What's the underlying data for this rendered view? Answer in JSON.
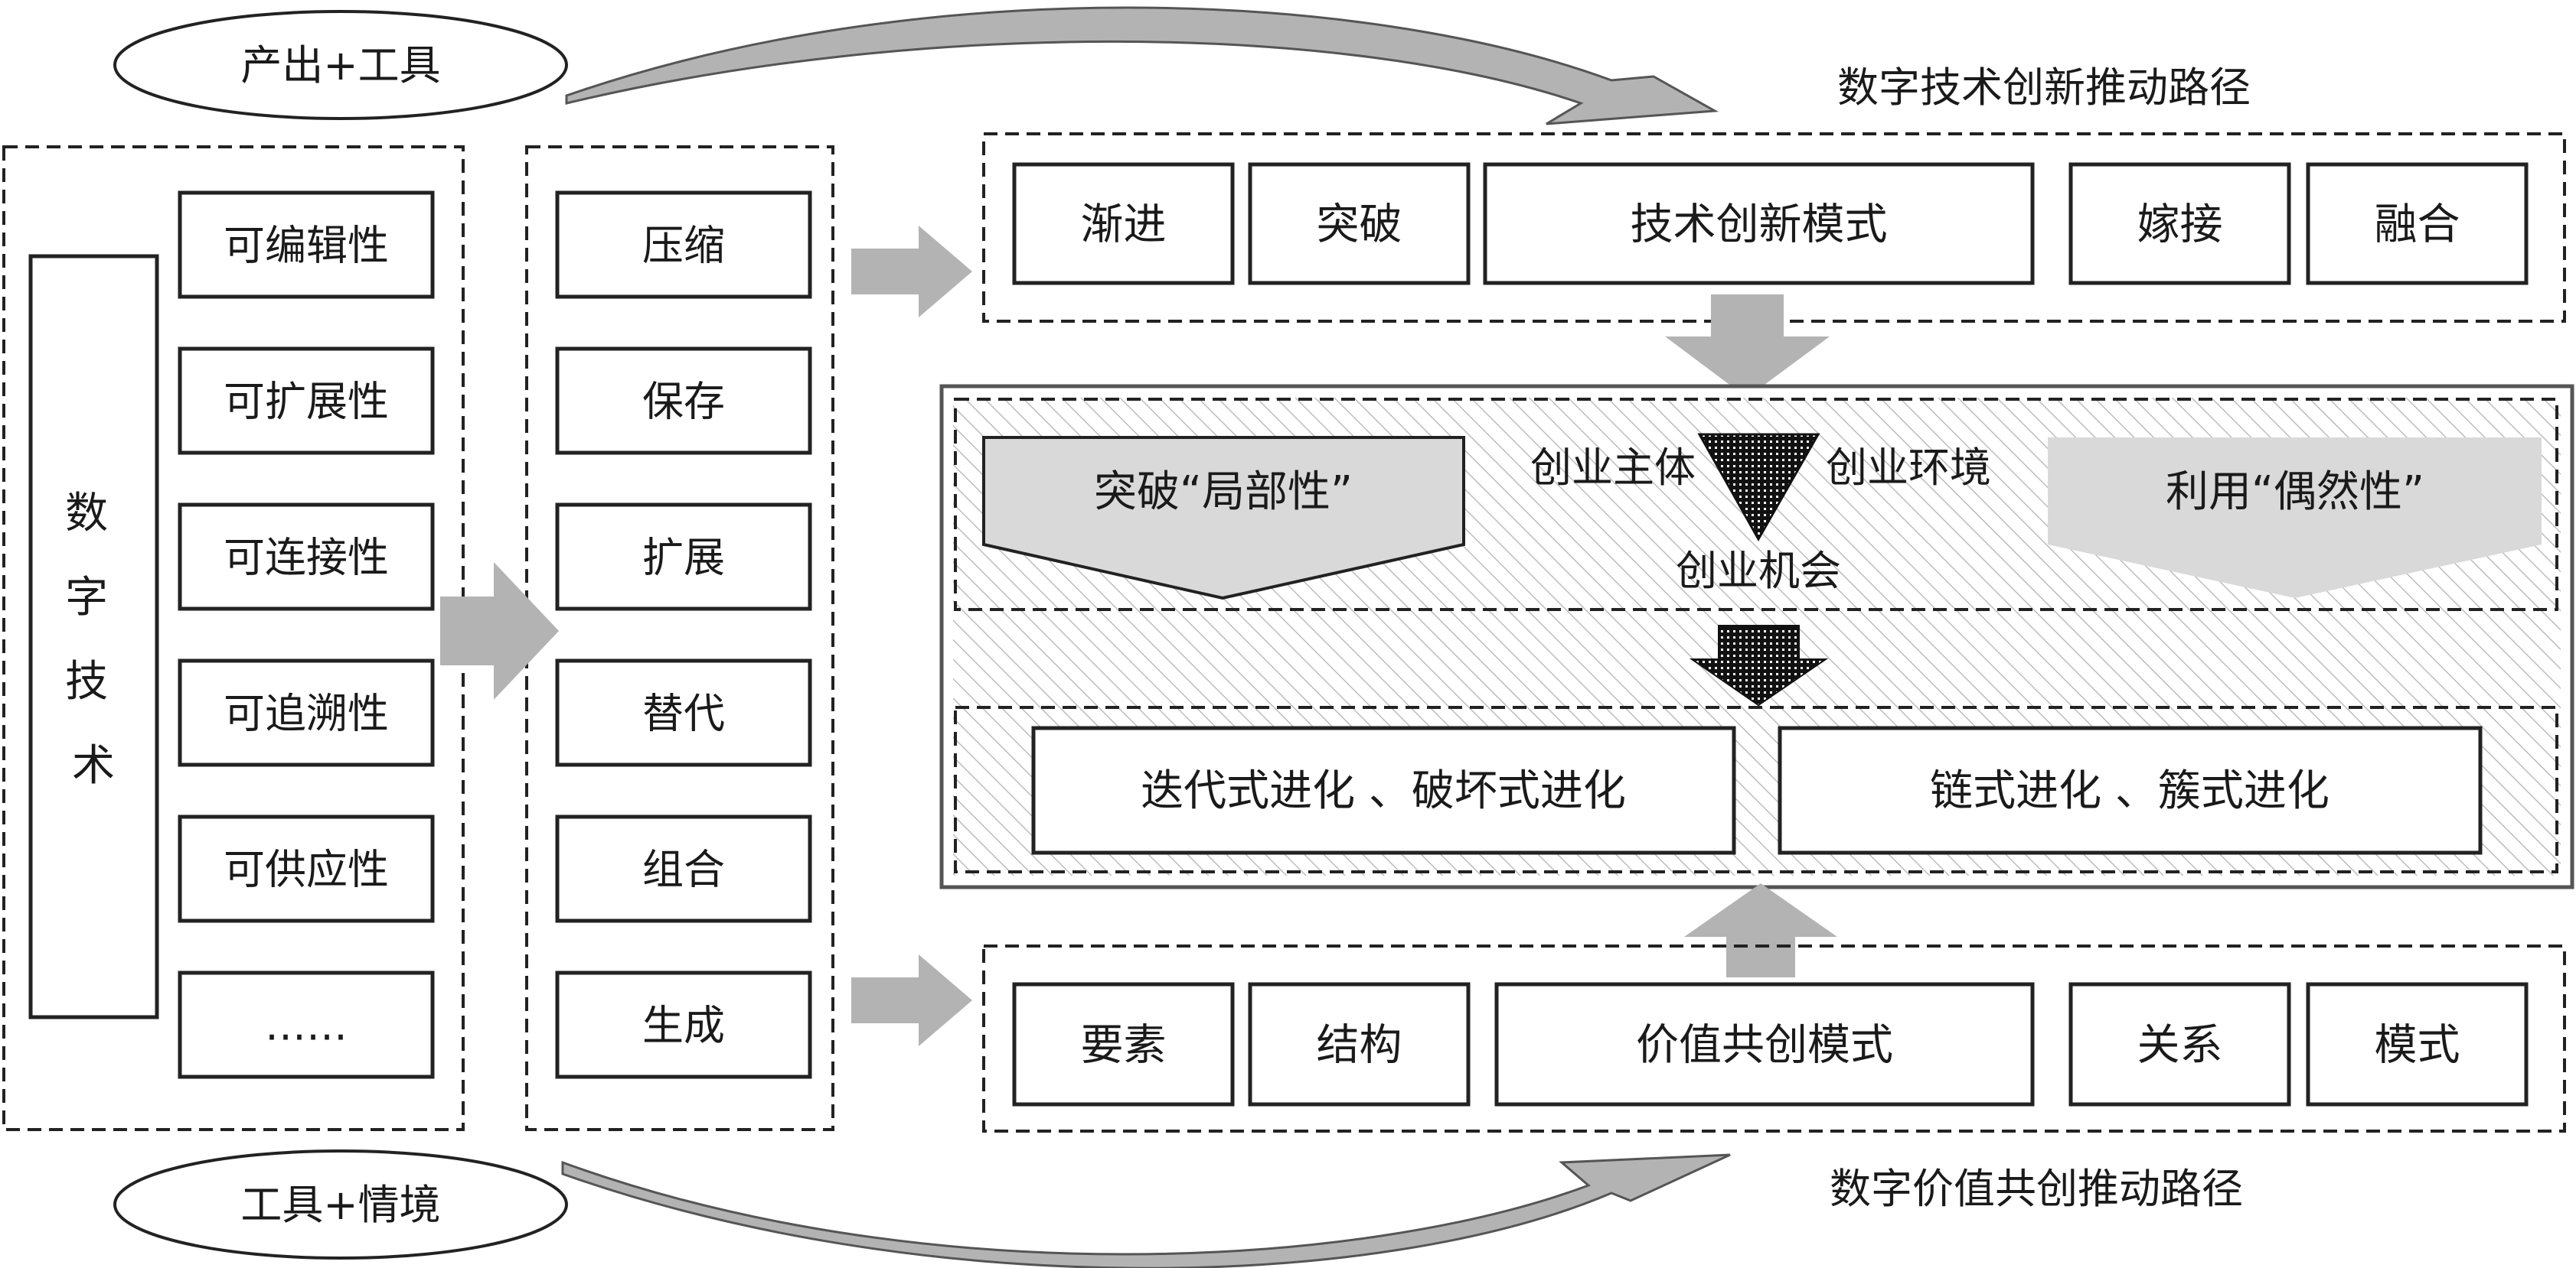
{
  "top_ellipse": "产出+工具",
  "bottom_ellipse": "工具+情境",
  "top_path_label": "数字技术创新推动路径",
  "bottom_path_label": "数字价值共创推动路径",
  "digital_tech": "数字技术",
  "properties": [
    "可编辑性",
    "可扩展性",
    "可连接性",
    "可追溯性",
    "可供应性",
    "……"
  ],
  "actions": [
    "压缩",
    "保存",
    "扩展",
    "替代",
    "组合",
    "生成"
  ],
  "tech_innovation": {
    "left": [
      "渐进",
      "突破"
    ],
    "center": "技术创新模式",
    "right": [
      "嫁接",
      "融合"
    ]
  },
  "value_cocreation": {
    "left": [
      "要素",
      "结构"
    ],
    "center": "价值共创模式",
    "right": [
      "关系",
      "模式"
    ]
  },
  "center": {
    "breakthrough": "突破“局部性”",
    "utilize": "利用“偶然性”",
    "subject": "创业主体",
    "environment": "创业环境",
    "opportunity": "创业机会",
    "evolution_left": "迭代式进化 、破坏式进化",
    "evolution_right": "链式进化 、簇式进化"
  },
  "colors": {
    "arrow_gray": "#b3b3b3",
    "pentagon_gray": "#d9d9d9",
    "stroke": "#222222",
    "hatch": "#bdbdbd"
  }
}
